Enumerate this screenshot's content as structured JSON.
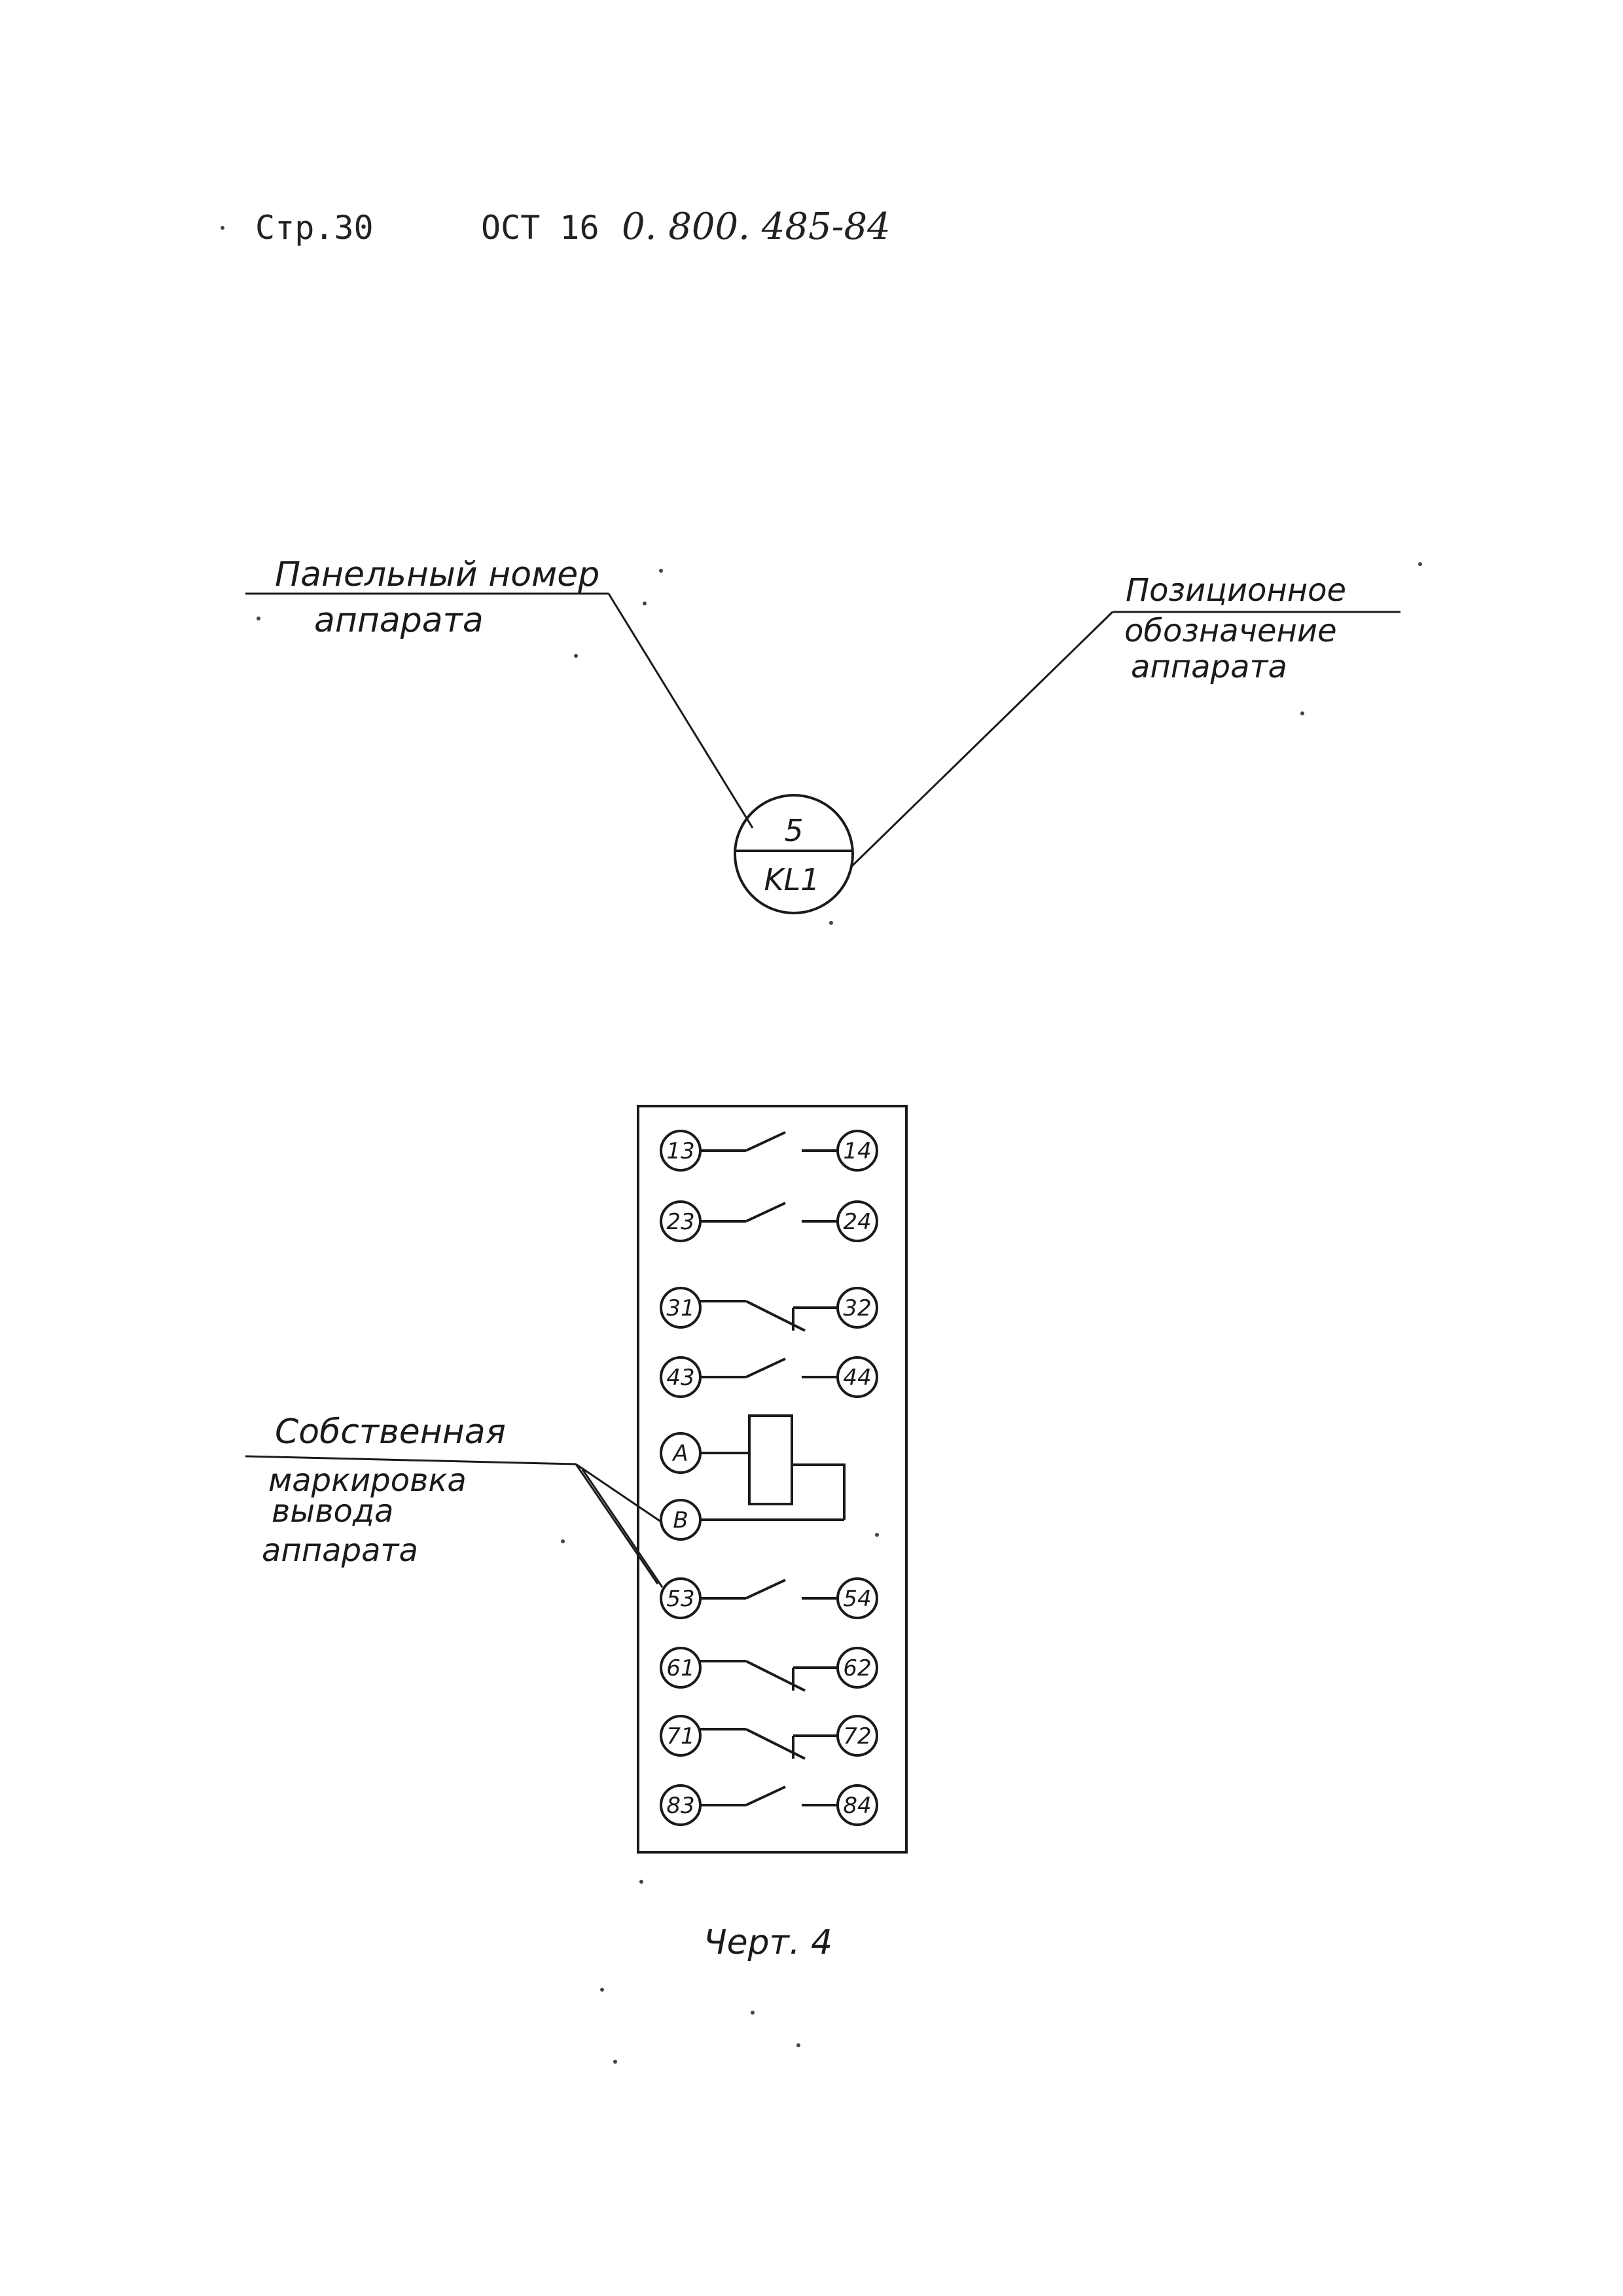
{
  "header": {
    "page_label": "Стр.30",
    "standard_prefix": "ОСТ 16",
    "standard_number": "0. 800. 485-84"
  },
  "symbol": {
    "panel_number": "5",
    "position_designation": "KL1"
  },
  "callouts": {
    "panel_number": [
      "Панельный номер",
      "аппарата"
    ],
    "position_designation": [
      "Позиционное",
      "обозначение",
      "аппарата"
    ],
    "terminal_marking": [
      "Собственная",
      "маркировка",
      "вывода",
      "аппарата"
    ]
  },
  "relay": {
    "rows": [
      {
        "left": "13",
        "right": "14",
        "contact": "NO"
      },
      {
        "left": "23",
        "right": "24",
        "contact": "NO"
      },
      {
        "left": "31",
        "right": "32",
        "contact": "NC"
      },
      {
        "left": "43",
        "right": "44",
        "contact": "NO"
      },
      {
        "left": "A",
        "right": "",
        "contact": "coil"
      },
      {
        "left": "В",
        "right": "",
        "contact": "coil"
      },
      {
        "left": "53",
        "right": "54",
        "contact": "NO"
      },
      {
        "left": "61",
        "right": "62",
        "contact": "NC"
      },
      {
        "left": "71",
        "right": "72",
        "contact": "NC"
      },
      {
        "left": "83",
        "right": "84",
        "contact": "NO"
      }
    ]
  },
  "caption": "Черт. 4"
}
